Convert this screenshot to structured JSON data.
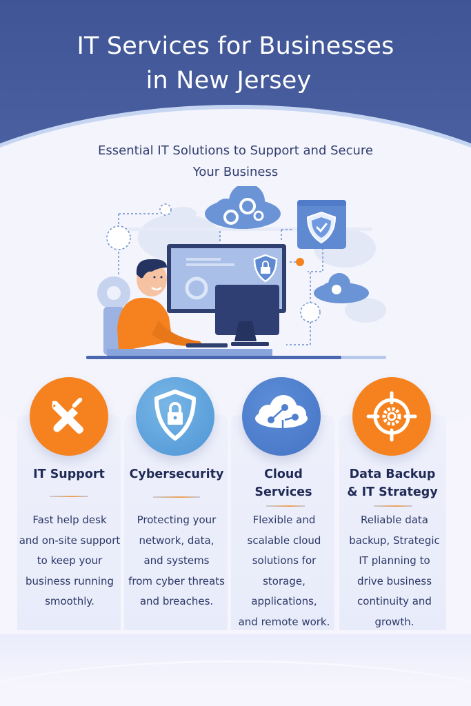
{
  "header": {
    "title_line1": "IT Services for Businesses",
    "title_line2": "in New Jersey",
    "background_color": "#42589a"
  },
  "subtitle": {
    "line1": "Essential IT Solutions to Support and Secure",
    "line2": "Your Business"
  },
  "hero": {
    "illustration": "person-at-computer-with-cloud-and-security-icons",
    "icons": [
      "cloud-gears-icon",
      "shield-check-window-icon",
      "shield-lock-icon",
      "cloud-icon",
      "gear-icon"
    ]
  },
  "services": [
    {
      "title": "IT Support",
      "icon": "wrench-screwdriver-icon",
      "icon_color": "#f5821f",
      "description": "Fast help desk\nand on-site support\nto keep your\nbusiness running\nsmoothly."
    },
    {
      "title": "Cybersecurity",
      "icon": "shield-lock-icon",
      "icon_color": "#5fa4dc",
      "description": "Protecting your\nnetwork, data,\nand systems\nfrom cyber threats\nand breaches."
    },
    {
      "title": "Cloud\nServices",
      "icon": "cloud-network-icon",
      "icon_color": "#4f7fcd",
      "description": "Flexible and\nscalable cloud\nsolutions for\nstorage, applications,\nand remote work."
    },
    {
      "title": "Data Backup\n& IT Strategy",
      "icon": "target-gear-icon",
      "icon_color": "#f5821f",
      "description": "Reliable data\nbackup, Strategic\nIT planning to\ndrive business\ncontinuity and growth."
    }
  ],
  "colors": {
    "accent_orange": "#f5821f",
    "accent_blue": "#4f7fcd",
    "text_dark": "#1f2a55"
  }
}
